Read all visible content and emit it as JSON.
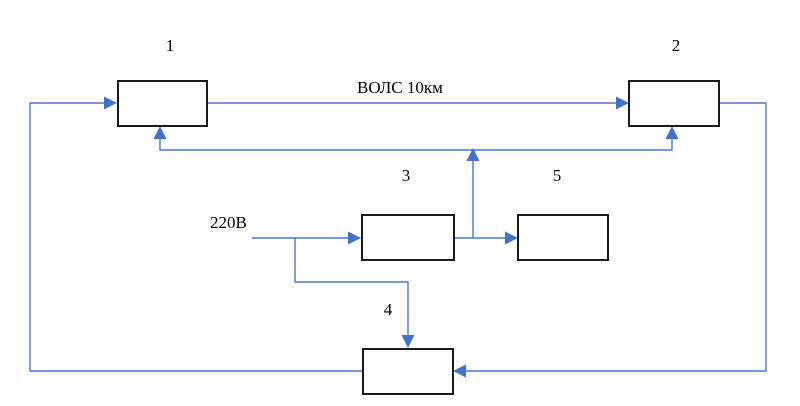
{
  "colors": {
    "line": "#4a79c3",
    "arrow": "#4472c4",
    "box_stroke": "#1a1a1a",
    "text": "#000000",
    "background": "#ffffff"
  },
  "blocks": {
    "b1": {
      "number": "1"
    },
    "b2": {
      "number": "2"
    },
    "b3": {
      "number": "3"
    },
    "b4": {
      "number": "4"
    },
    "b5": {
      "number": "5"
    }
  },
  "labels": {
    "fiber_link": "ВОЛС 10км",
    "power_input": "220В"
  }
}
